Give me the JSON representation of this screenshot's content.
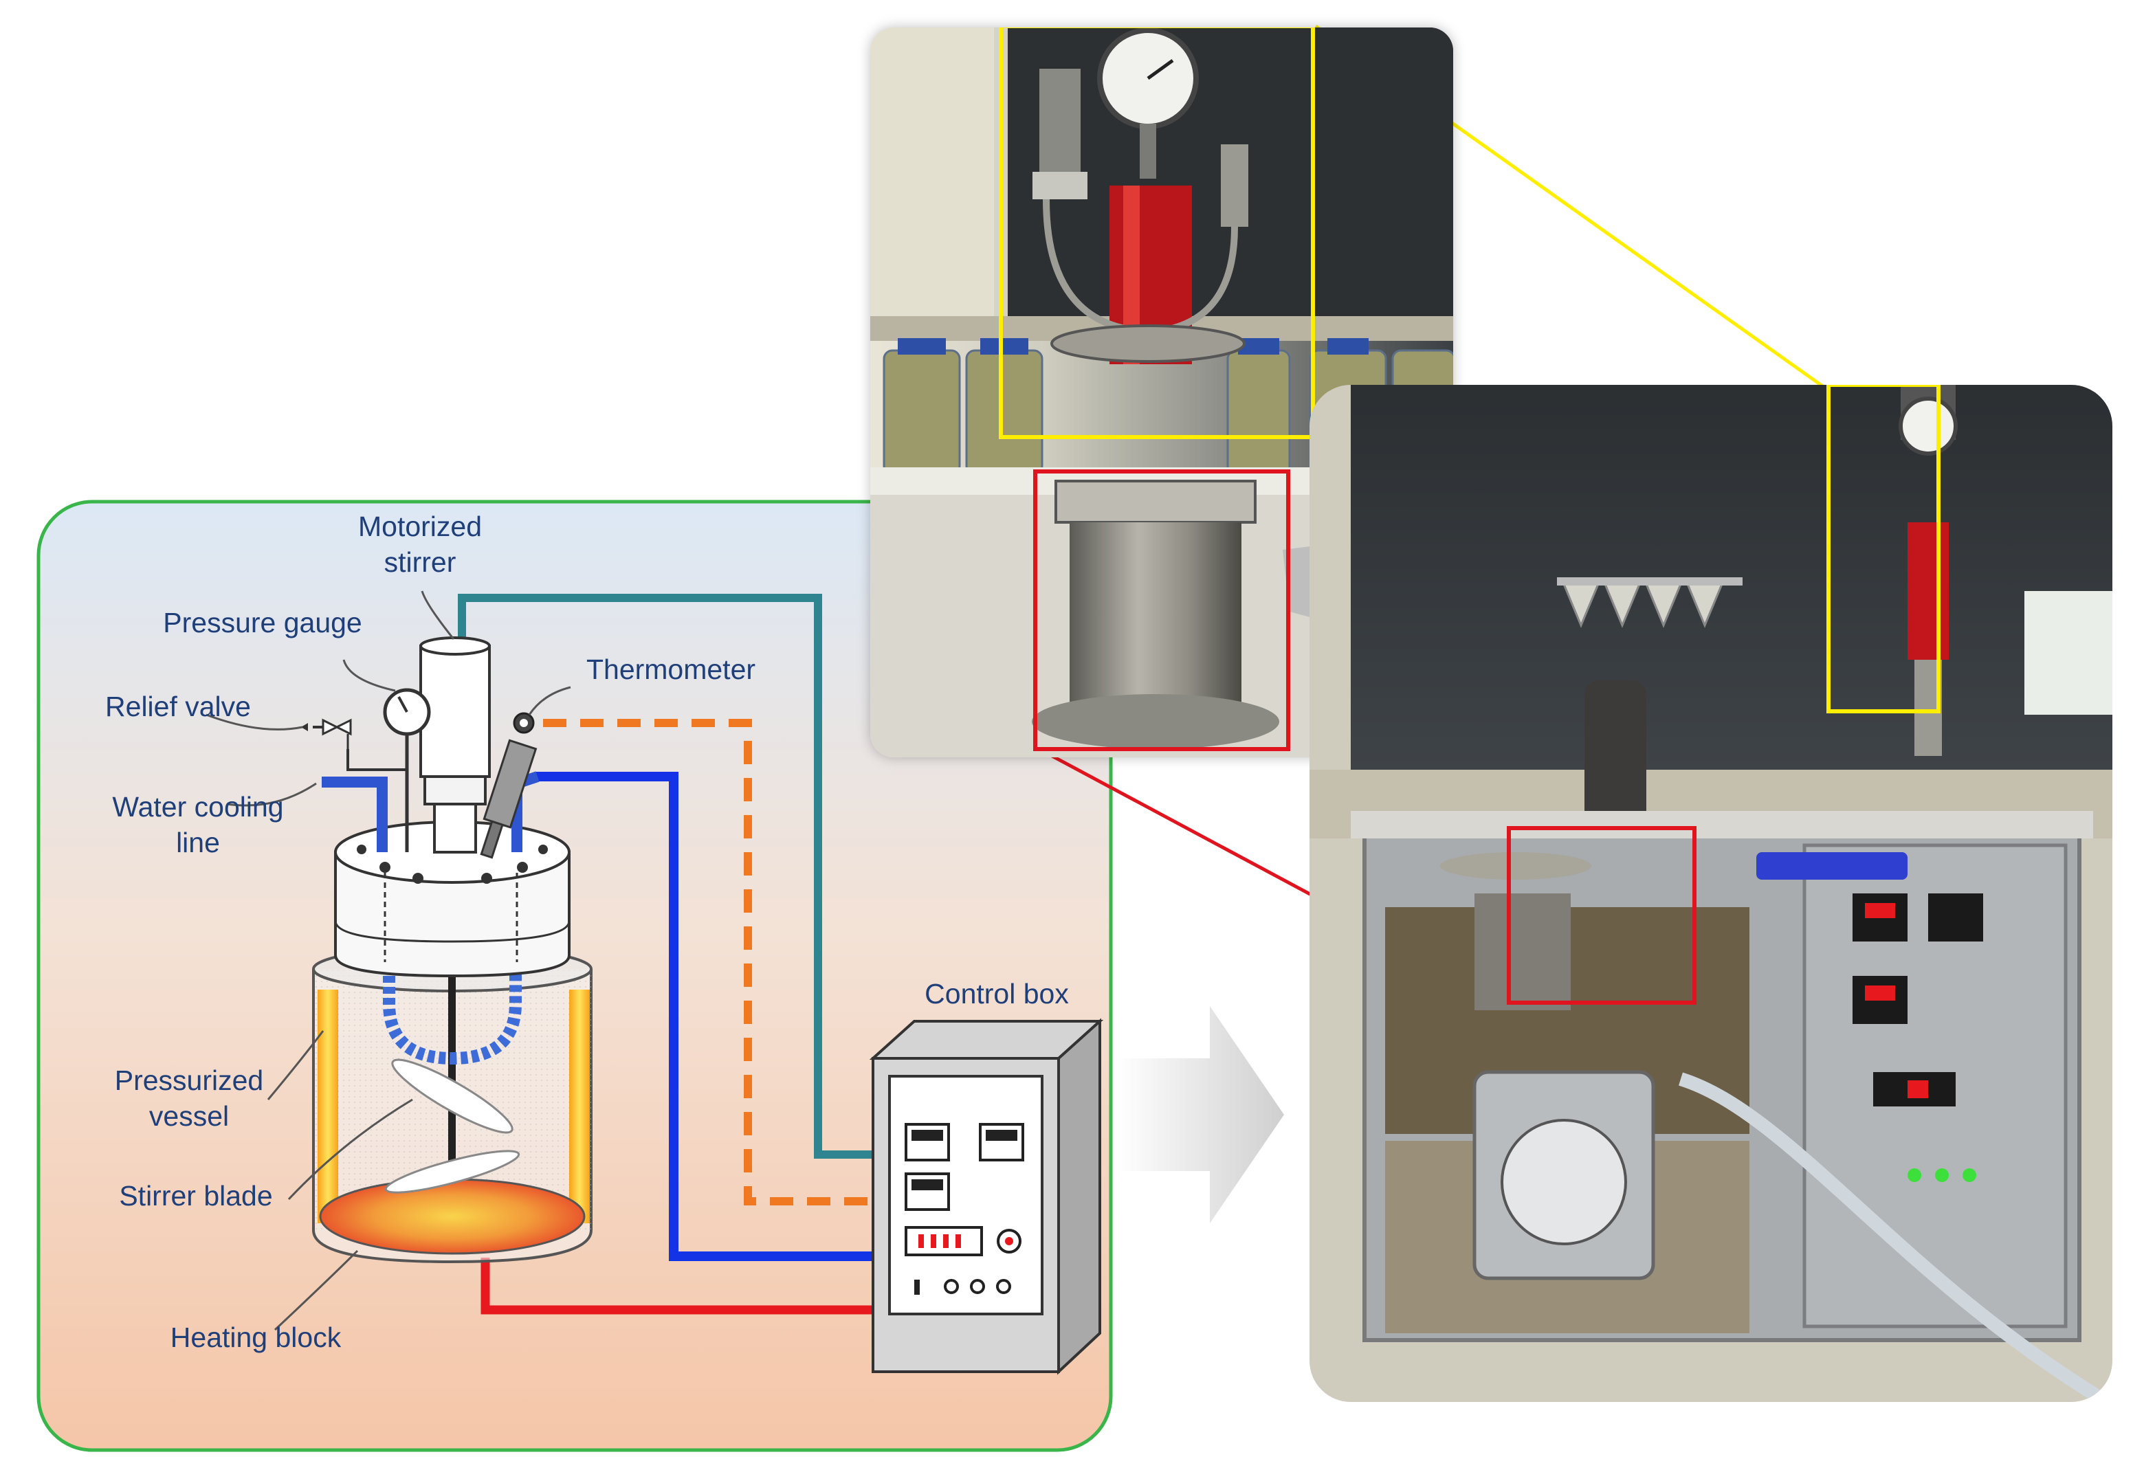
{
  "labels": {
    "motorized_stirrer_line1": "Motorized",
    "motorized_stirrer_line2": "stirrer",
    "pressure_gauge": "Pressure gauge",
    "thermometer": "Thermometer",
    "relief_valve": "Relief valve",
    "water_cooling_line1": "Water cooling",
    "water_cooling_line2": "line",
    "pressurized_vessel_line1": "Pressurized",
    "pressurized_vessel_line2": "vessel",
    "stirrer_blade": "Stirrer blade",
    "heating_block": "Heating block",
    "control_box": "Control box"
  },
  "colors": {
    "panel_border": "#39b54a",
    "panel_top": "#dce8f5",
    "panel_bottom": "#f5c8ad",
    "stirrer_line": "#2e8590",
    "cooling_line": "#1432e6",
    "thermometer_line": "#f07820",
    "heating_line": "#e8191e",
    "zoom_yellow": "#ffee00",
    "zoom_red": "#e0141e",
    "label_text": "#1f3f7a"
  }
}
